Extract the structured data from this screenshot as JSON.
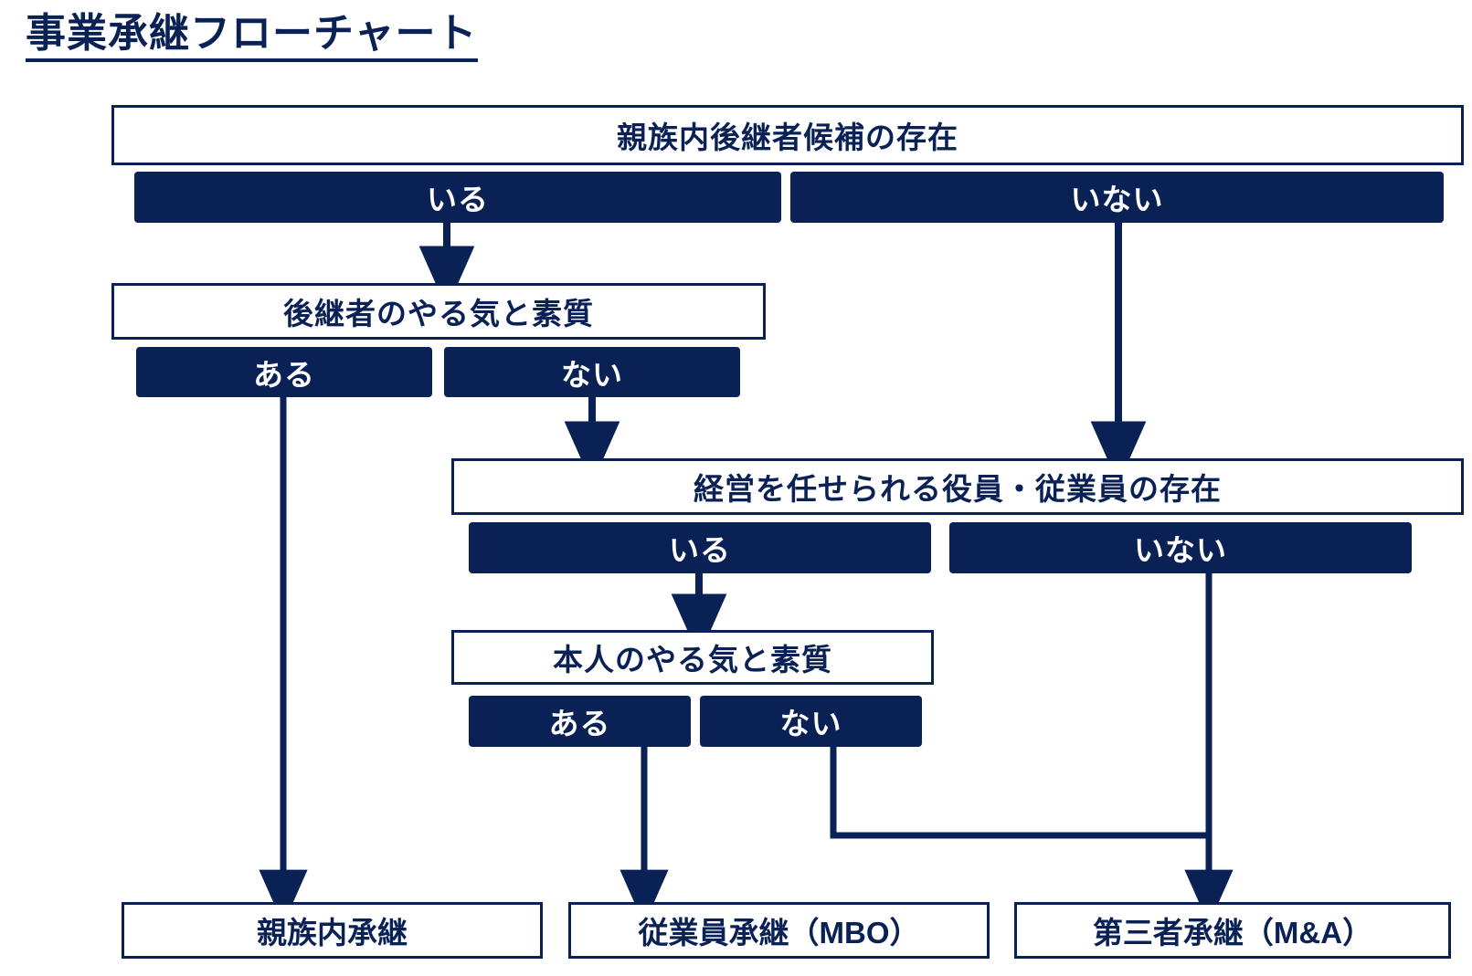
{
  "page": {
    "title": "事業承継フローチャート",
    "accent_color": "#0a2156",
    "background_color": "#ffffff",
    "text_on_dark_color": "#ffffff"
  },
  "nodes": {
    "q1": {
      "label": "親族内後継者候補の存在",
      "kind": "question"
    },
    "q1_yes": {
      "label": "いる",
      "kind": "answer"
    },
    "q1_no": {
      "label": "いない",
      "kind": "answer"
    },
    "q2": {
      "label": "後継者のやる気と素質",
      "kind": "question"
    },
    "q2_yes": {
      "label": "ある",
      "kind": "answer"
    },
    "q2_no": {
      "label": "ない",
      "kind": "answer"
    },
    "q3": {
      "label": "経営を任せられる役員・従業員の存在",
      "kind": "question"
    },
    "q3_yes": {
      "label": "いる",
      "kind": "answer"
    },
    "q3_no": {
      "label": "いない",
      "kind": "answer"
    },
    "q4": {
      "label": "本人のやる気と素質",
      "kind": "question"
    },
    "q4_yes": {
      "label": "ある",
      "kind": "answer"
    },
    "q4_no": {
      "label": "ない",
      "kind": "answer"
    },
    "out1": {
      "label": "親族内承継",
      "kind": "outcome"
    },
    "out2": {
      "label": "従業員承継（MBO）",
      "kind": "outcome"
    },
    "out3": {
      "label": "第三者承継（M&A）",
      "kind": "outcome"
    }
  },
  "edges": [
    {
      "from": "q1_yes",
      "to": "q2",
      "style": "straight-arrow"
    },
    {
      "from": "q1_no",
      "to": "q3",
      "style": "straight-arrow"
    },
    {
      "from": "q2_yes",
      "to": "out1",
      "style": "straight-arrow"
    },
    {
      "from": "q2_no",
      "to": "q3",
      "style": "straight-arrow"
    },
    {
      "from": "q3_yes",
      "to": "q4",
      "style": "straight-arrow"
    },
    {
      "from": "q3_no",
      "to": "out3",
      "style": "straight-arrow"
    },
    {
      "from": "q4_yes",
      "to": "out2",
      "style": "straight-arrow"
    },
    {
      "from": "q4_no",
      "to": "out3",
      "style": "elbow-arrow"
    }
  ]
}
